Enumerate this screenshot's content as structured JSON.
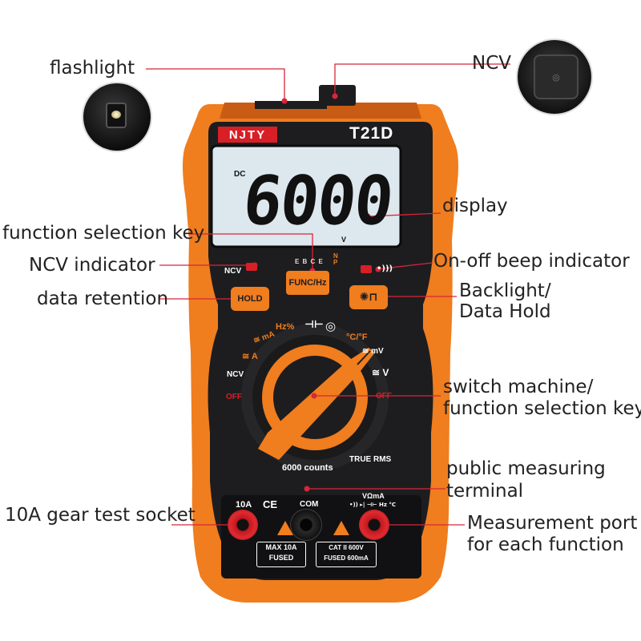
{
  "callouts": {
    "flashlight": "flashlight",
    "ncv": "NCV",
    "display": "display",
    "function_selection_key": "function selection key",
    "ncv_indicator": "NCV indicator",
    "beep_indicator": "On-off beep indicator",
    "data_retention": "data retention",
    "backlight_line1": "Backlight/",
    "backlight_line2": "Data Hold",
    "switch_line1": "switch machine/",
    "switch_line2": "function selection key",
    "public_line1": "public measuring",
    "public_line2": "terminal",
    "socket_10a": "10A gear test socket",
    "port_line1": "Measurement port",
    "port_line2": "for each function"
  },
  "device": {
    "brand": "NJTY",
    "model": "T21D",
    "reading": "6000",
    "lcd_mode": "DC",
    "lcd_unit": "V",
    "lcd_pins": "E B C E",
    "lcd_np": "N\nP",
    "ncv_label": "NCV",
    "beep_icon": "•)))",
    "func_label": "FUNC/Hz",
    "hold_label": "HOLD",
    "dial": {
      "hz": "Hz%",
      "cap": "⊣⊢",
      "diode": "◎",
      "temp": "°C/°F",
      "ma": "≅ mA",
      "a": "≅ A",
      "mv": "≅ mV",
      "v": "≅ V",
      "ncv": "NCV",
      "off_left": "OFF",
      "off_right": "OFF"
    },
    "counts": "6000 counts",
    "true_rms": "TRUE RMS",
    "terminals": {
      "a10": "10A",
      "ce": "CE",
      "com": "COM",
      "vohm": "VΩmA",
      "vohm_sub": "•)) ▸| ⊣⊢ Hz °C",
      "max_line1": "MAX 10A",
      "max_line2": "FUSED",
      "cat_line1": "CAT II 600V",
      "cat_line2": "FUSED  600mA"
    }
  },
  "colors": {
    "orange": "#f07d1e",
    "dark_orange": "#d9651a",
    "body_black": "#1d1d1f",
    "lcd": "#dde7ee",
    "callout_red": "#d8263a",
    "brand_red": "#d81f26"
  }
}
